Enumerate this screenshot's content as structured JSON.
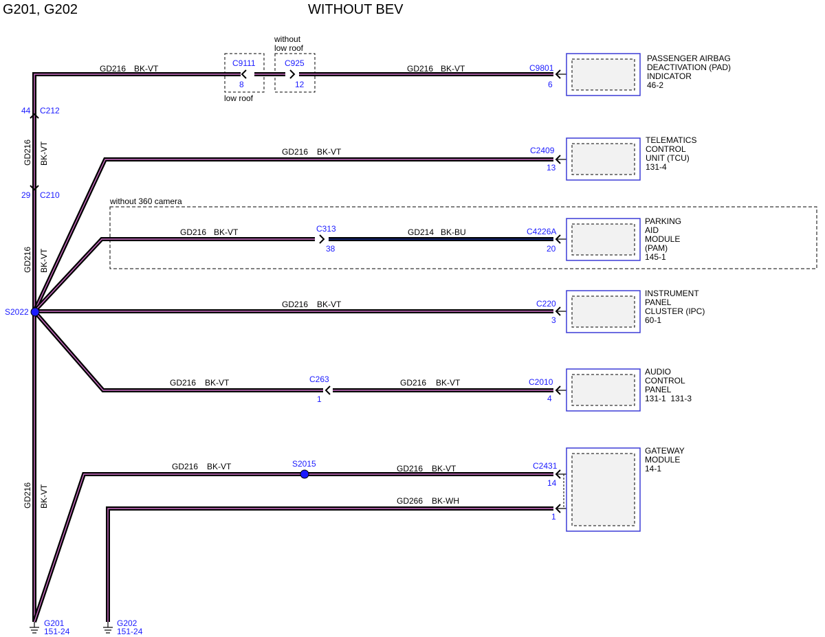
{
  "header": {
    "title_left": "G201, G202",
    "title_center": "WITHOUT BEV"
  },
  "colors": {
    "wire_outer": "#000000",
    "wire_stripe": "#d070c8",
    "wire_bu_stripe": "#1a2a8a",
    "connector_text": "#1a1aff",
    "box_border": "#3b3bd6",
    "box_fill": "#f2f2f2"
  },
  "wires": {
    "w_pad_left": {
      "circuit": "GD216",
      "color": "BK-VT"
    },
    "w_pad_right": {
      "circuit": "GD216",
      "color": "BK-VT"
    },
    "w_vert_upper": {
      "circuit": "GD216",
      "color": "BK-VT"
    },
    "w_vert_mid": {
      "circuit": "GD216",
      "color": "BK-VT"
    },
    "w_vert_lower": {
      "circuit": "GD216",
      "color": "BK-VT"
    },
    "w_tcu": {
      "circuit": "GD216",
      "color": "BK-VT"
    },
    "w_pam_left": {
      "circuit": "GD216",
      "color": "BK-VT"
    },
    "w_pam_right": {
      "circuit": "GD214",
      "color": "BK-BU"
    },
    "w_ipc": {
      "circuit": "GD216",
      "color": "BK-VT"
    },
    "w_audio_left": {
      "circuit": "GD216",
      "color": "BK-VT"
    },
    "w_audio_right": {
      "circuit": "GD216",
      "color": "BK-VT"
    },
    "w_gw_left": {
      "circuit": "GD216",
      "color": "BK-VT"
    },
    "w_gw_right": {
      "circuit": "GD216",
      "color": "BK-VT"
    },
    "w_gw_ground": {
      "circuit": "GD266",
      "color": "BK-WH"
    }
  },
  "connectors": {
    "c9111": {
      "name": "C9111",
      "pin": "8"
    },
    "c925": {
      "name": "C925",
      "pin": "12"
    },
    "c9801": {
      "name": "C9801",
      "pin": "6"
    },
    "c212": {
      "name": "C212",
      "pin": "44"
    },
    "c210": {
      "name": "C210",
      "pin": "29"
    },
    "c2409": {
      "name": "C2409",
      "pin": "13"
    },
    "c313": {
      "name": "C313",
      "pin": "38"
    },
    "c4226a": {
      "name": "C4226A",
      "pin": "20"
    },
    "c220": {
      "name": "C220",
      "pin": "3"
    },
    "c263": {
      "name": "C263",
      "pin": "1"
    },
    "c2010": {
      "name": "C2010",
      "pin": "4"
    },
    "c2431": {
      "name": "C2431",
      "pin_upper": "14",
      "pin_lower": "1"
    }
  },
  "option_labels": {
    "low_roof": "low roof",
    "without_low_roof": [
      "without",
      "low roof"
    ],
    "without_360_camera": "without 360 camera"
  },
  "splices": {
    "s2022": "S2022",
    "s2015": "S2015"
  },
  "grounds": {
    "g201": {
      "name": "G201",
      "ref": "151-24"
    },
    "g202": {
      "name": "G202",
      "ref": "151-24"
    }
  },
  "components": {
    "pad": {
      "lines": [
        "PASSENGER AIRBAG",
        "DEACTIVATION (PAD)",
        "INDICATOR"
      ],
      "ref": "46-2"
    },
    "tcu": {
      "lines": [
        "TELEMATICS",
        "CONTROL",
        "UNIT (TCU)"
      ],
      "ref": "131-4"
    },
    "pam": {
      "lines": [
        "PARKING",
        "AID",
        "MODULE",
        "(PAM)"
      ],
      "ref": "145-1"
    },
    "ipc": {
      "lines": [
        "INSTRUMENT",
        "PANEL",
        "CLUSTER (IPC)"
      ],
      "ref": "60-1"
    },
    "audio": {
      "lines": [
        "AUDIO",
        "CONTROL",
        "PANEL"
      ],
      "ref": "131-1  131-3"
    },
    "gateway": {
      "lines": [
        "GATEWAY",
        "MODULE"
      ],
      "ref": "14-1"
    }
  }
}
